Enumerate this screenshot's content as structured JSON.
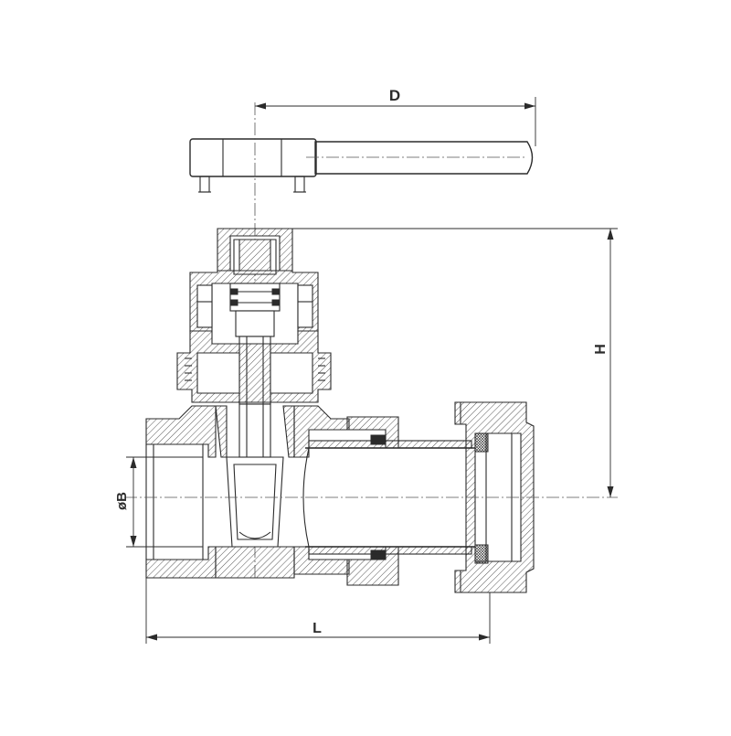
{
  "dimensions": {
    "d_label": "D",
    "h_label": "H",
    "b_label": "øB",
    "l_label": "L"
  },
  "colors": {
    "line": "#2b2b2b",
    "background": "#ffffff"
  }
}
